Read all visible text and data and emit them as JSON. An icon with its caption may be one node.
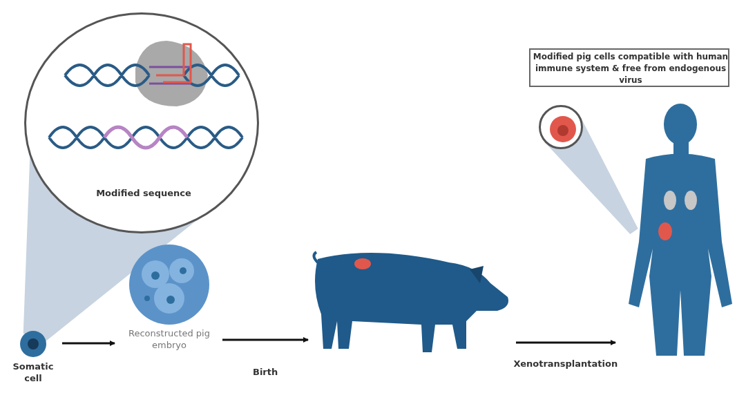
{
  "diagram": {
    "nodes": [
      {
        "text": [
          "Modified sequence"
        ]
      },
      {
        "text": [
          "Modified pig cells compatible with human immune system & free from endogenous virus"
        ]
      },
      {
        "text": [],
        "shape": "circle"
      },
      {
        "text": [],
        "shape": "picture"
      },
      {
        "text": [],
        "shape": "picture"
      },
      {
        "text": [
          "Somatic cell"
        ]
      },
      {
        "text": [
          "Reconstructed pig embryo"
        ]
      }
    ],
    "edges": [
      {
        "from": 5,
        "to": 6,
        "arrow": "to"
      },
      {
        "from": 6,
        "to": 4,
        "arrow": "to",
        "label": "Birth"
      },
      {
        "from": 4,
        "to": 3,
        "arrow": "to",
        "label": "Xenotransplantation"
      },
      {
        "from": 5,
        "to": 0,
        "arrow": "none"
      },
      {
        "from": 3,
        "to": 2,
        "arrow": "none"
      }
    ]
  }
}
